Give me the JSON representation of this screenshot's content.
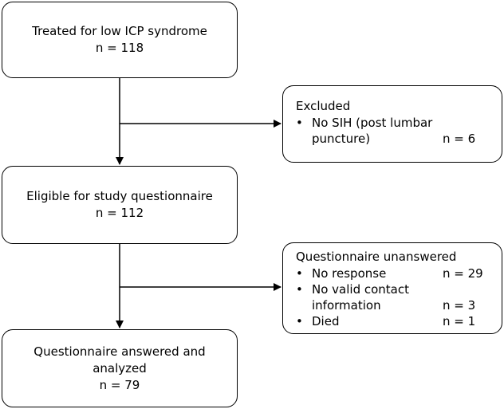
{
  "boxes": {
    "treated": {
      "title": "Treated for low ICP syndrome",
      "count": "n = 118"
    },
    "eligible": {
      "title": "Eligible for study questionnaire",
      "count": "n = 112"
    },
    "answered": {
      "title_line1": "Questionnaire answered and",
      "title_line2": "analyzed",
      "count": "n = 79"
    }
  },
  "excluded": {
    "title": "Excluded",
    "items": [
      {
        "bullet": "•",
        "line1": "No SIH (post lumbar",
        "line2": "puncture)",
        "count": "n = 6"
      }
    ]
  },
  "unanswered": {
    "title": "Questionnaire unanswered",
    "items": [
      {
        "bullet": "•",
        "line1": "No response",
        "count": "n = 29"
      },
      {
        "bullet": "•",
        "line1": "No valid contact",
        "line2": "information",
        "count": "n = 3"
      },
      {
        "bullet": "•",
        "line1": "Died",
        "count": "n = 1"
      }
    ]
  }
}
